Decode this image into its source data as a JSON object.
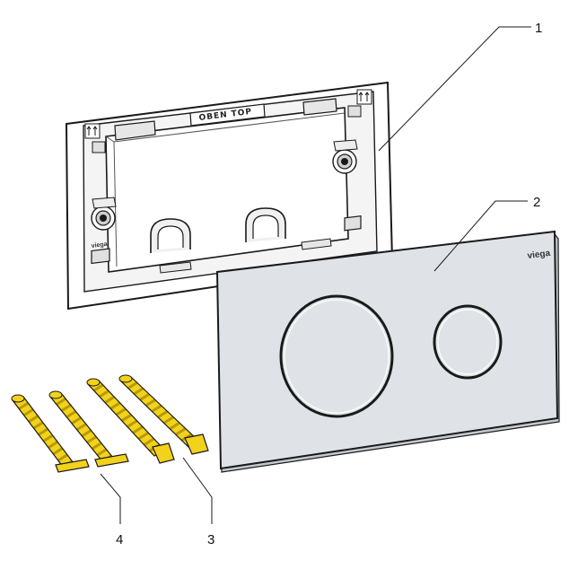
{
  "frame": {
    "label_text": "OBEN TOP",
    "brand_text": "viega"
  },
  "plate": {
    "brand_text": "viega"
  },
  "callouts": [
    {
      "id": "1",
      "label": "1"
    },
    {
      "id": "2",
      "label": "2"
    },
    {
      "id": "3",
      "label": "3"
    },
    {
      "id": "4",
      "label": "4"
    }
  ],
  "colors": {
    "plate_fill": "#dfe3e7",
    "frame_fill": "#ffffff",
    "line": "#1a1a1a",
    "anchor_yellow": "#f2d21b",
    "anchor_shadow": "#b89a00"
  }
}
